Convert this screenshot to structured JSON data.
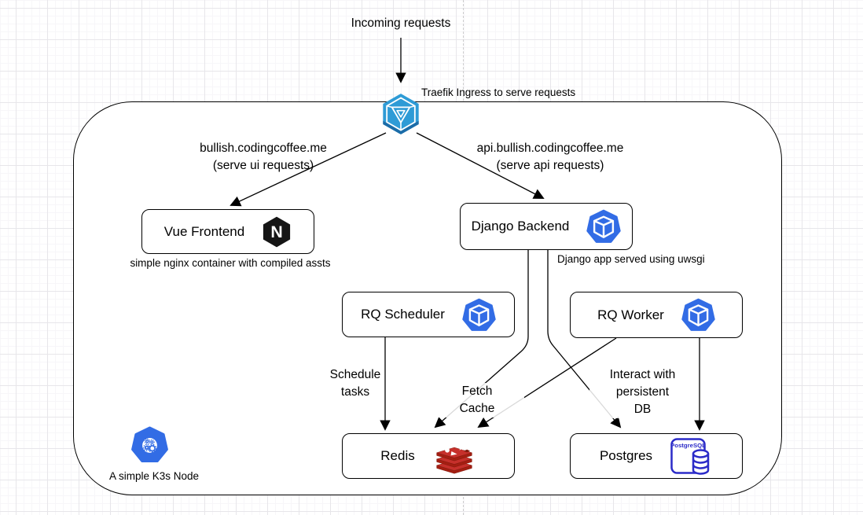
{
  "canvas": {
    "incoming_label": "Incoming requests",
    "traefik_note": "Traefik Ingress to serve requests",
    "k3s_note": "A simple K3s Node"
  },
  "domains": {
    "ui": [
      "bullish.codingcoffee.me",
      "(serve ui requests)"
    ],
    "api": [
      "api.bullish.codingcoffee.me",
      "(serve api requests)"
    ]
  },
  "nodes": {
    "vue": {
      "label": "Vue Frontend",
      "note": "simple nginx container with compiled assts",
      "icon": "nginx-icon"
    },
    "django": {
      "label": "Django Backend",
      "note": "Django app served using uwsgi",
      "icon": "kubernetes-pod-icon"
    },
    "scheduler": {
      "label": "RQ Scheduler",
      "icon": "kubernetes-pod-icon"
    },
    "worker": {
      "label": "RQ Worker",
      "icon": "kubernetes-pod-icon"
    },
    "redis": {
      "label": "Redis",
      "icon": "redis-icon"
    },
    "postgres": {
      "label": "Postgres",
      "icon": "postgresql-icon",
      "icon_text": "PostgreSQL"
    }
  },
  "edge_labels": {
    "schedule": [
      "Schedule",
      "tasks"
    ],
    "fetch": [
      "Fetch",
      "Cache"
    ],
    "interact": [
      "Interact with",
      "persistent",
      "DB"
    ]
  },
  "icons": {
    "nginx_letter": "N",
    "traefik": "traefik-ingress-icon",
    "k3s": "k3s-node-icon"
  },
  "colors": {
    "kubernetes_blue": "#326CE5",
    "traefik_blue": "#2E9BD6",
    "traefik_blue_dark": "#1B6CA8",
    "redis_red": "#C6302B",
    "redis_red_dark": "#A41E11",
    "postgres_blue": "#2B2BC8",
    "nginx_black": "#151515",
    "edge_black": "#000000"
  }
}
